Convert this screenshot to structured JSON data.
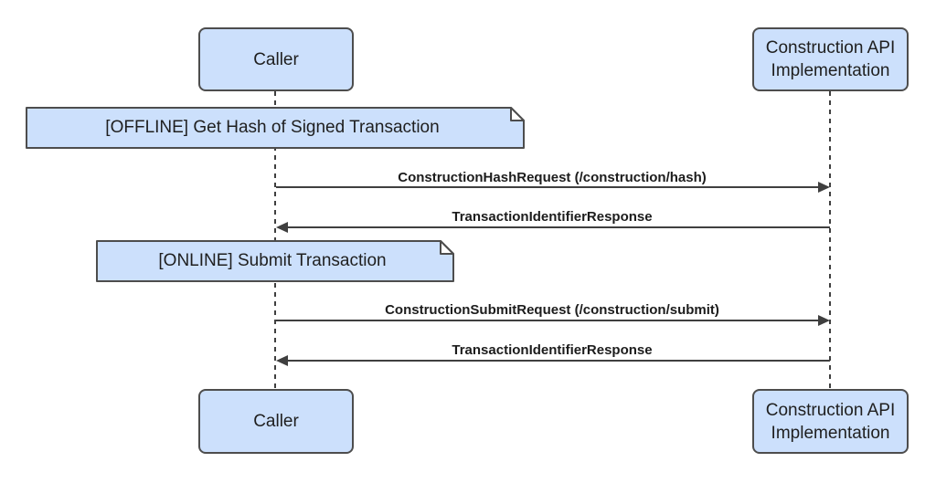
{
  "diagram": {
    "type": "sequence-diagram",
    "actors": {
      "caller": "Caller",
      "construction_api": "Construction API Implementation"
    },
    "notes": {
      "offline": "[OFFLINE] Get Hash of Signed Transaction",
      "online": "[ONLINE] Submit Transaction"
    },
    "messages": [
      {
        "label": "ConstructionHashRequest (/construction/hash)",
        "direction": "right"
      },
      {
        "label": "TransactionIdentifierResponse",
        "direction": "left"
      },
      {
        "label": "ConstructionSubmitRequest (/construction/submit)",
        "direction": "right"
      },
      {
        "label": "TransactionIdentifierResponse",
        "direction": "left"
      }
    ],
    "colors": {
      "box_fill": "#cce0fc",
      "box_border": "#4d4d4d",
      "line": "#3f3f3f",
      "text": "#1f1f1f",
      "background": "#ffffff"
    }
  }
}
